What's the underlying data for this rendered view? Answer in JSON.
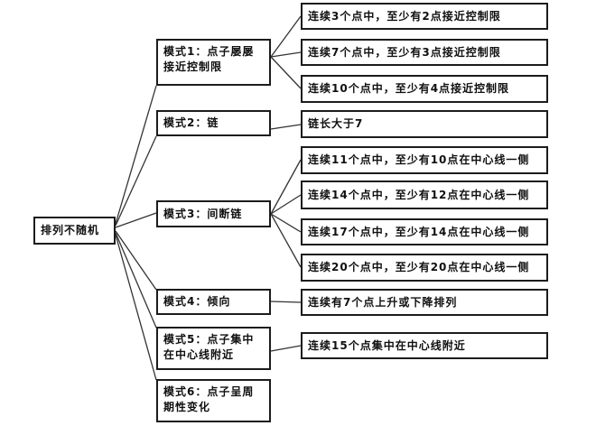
{
  "diagram": {
    "root": {
      "label": "排列不随机"
    },
    "patterns": [
      {
        "id": "pattern-1",
        "label": "模式1：点子屡屡接近控制限"
      },
      {
        "id": "pattern-2",
        "label": "模式2：链"
      },
      {
        "id": "pattern-3",
        "label": "模式3：间断链"
      },
      {
        "id": "pattern-4",
        "label": "模式4：倾向"
      },
      {
        "id": "pattern-5",
        "label": "模式5：点子集中在中心线附近"
      },
      {
        "id": "pattern-6",
        "label": "模式6：点子呈周期性变化"
      }
    ],
    "criteria": [
      {
        "parent": "模式1",
        "label": "连续3个点中，至少有2点接近控制限"
      },
      {
        "parent": "模式1",
        "label": "连续7个点中，至少有3点接近控制限"
      },
      {
        "parent": "模式1",
        "label": "连续10个点中，至少有4点接近控制限"
      },
      {
        "parent": "模式2",
        "label": "链长大于7"
      },
      {
        "parent": "模式3",
        "label": "连续11个点中，至少有10点在中心线一侧"
      },
      {
        "parent": "模式3",
        "label": "连续14个点中，至少有12点在中心线一侧"
      },
      {
        "parent": "模式3",
        "label": "连续17个点中，至少有14点在中心线一侧"
      },
      {
        "parent": "模式3",
        "label": "连续20个点中，至少有20点在中心线一侧"
      },
      {
        "parent": "模式4",
        "label": "连续有7个点上升或下降排列"
      },
      {
        "parent": "模式5",
        "label": "连续15个点集中在中心线附近"
      }
    ],
    "colors": {
      "border": "#1c1c1c",
      "line": "#333333",
      "background": "#ffffff",
      "text": "#101010"
    }
  }
}
